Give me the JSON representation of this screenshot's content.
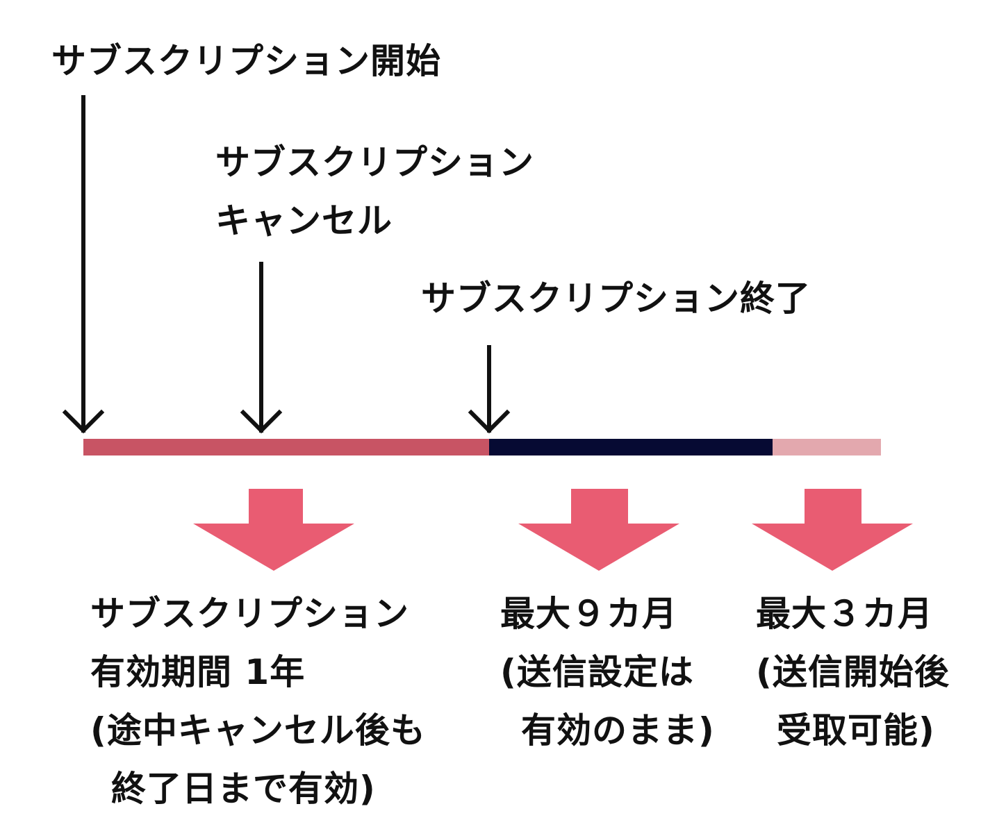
{
  "events": {
    "start_label": "サブスクリプション開始",
    "cancel_label_lines": [
      "サブスクリプション",
      "キャンセル"
    ],
    "end_label": "サブスクリプション終了"
  },
  "timeline": {
    "segments": [
      {
        "name": "subscription-period",
        "color": "#c85464"
      },
      {
        "name": "sending-period",
        "color": "#060a33"
      },
      {
        "name": "receiving-period",
        "color": "#e3a8ae"
      }
    ]
  },
  "outcomes": {
    "subscription": {
      "lines": [
        "サブスクリプション",
        "有効期間 1年",
        "(途中キャンセル後も",
        "終了日まで有効)"
      ]
    },
    "sending": {
      "lines": [
        "最大９カ月",
        "(送信設定は",
        "有効のまま)"
      ]
    },
    "receiving": {
      "lines": [
        "最大３カ月",
        "(送信開始後",
        "受取可能)"
      ]
    }
  },
  "colors": {
    "arrow_line": "#111111",
    "down_arrow": "#e95c72",
    "text": "#111111"
  },
  "icons": [
    "down-arrow-icon",
    "big-down-arrow-icon"
  ]
}
